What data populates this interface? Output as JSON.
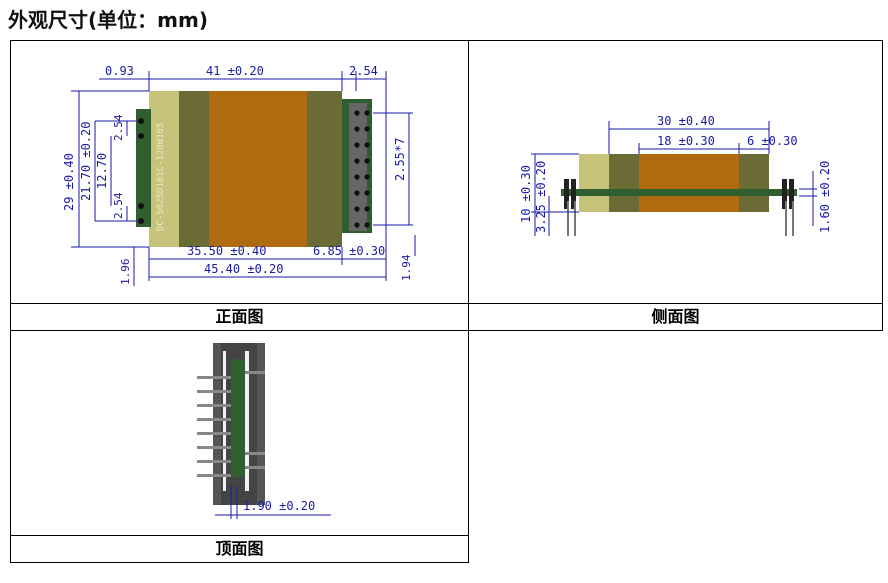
{
  "heading": "外观尺寸(单位：mm)",
  "captions": {
    "front": "正面图",
    "side": "侧面图",
    "top": "顶面图"
  },
  "front_view": {
    "marking": "DC-5025D101C-120W105",
    "dims": {
      "pin_offset": "0.93",
      "body_length": "41 ±0.20",
      "pin_row_offset": "2.54",
      "height": "29 ±0.40",
      "pin_span": "21.70 ±0.20",
      "pin_spacing_a": "12.70",
      "pin_pitch_a": "2.54",
      "pin_pitch_b": "2.54",
      "pin_pitch_right": "2.55*7",
      "bottom_offset_left": "1.96",
      "bottom_offset_right": "1.94",
      "inner_width": "35.50 ±0.40",
      "terminal_width": "6.85 ±0.30",
      "overall_length": "45.40 ±0.20"
    }
  },
  "side_view": {
    "dims": {
      "length": "30 ±0.40",
      "core_width": "18 ±0.30",
      "end_width": "6 ±0.30",
      "body_height": "10 ±0.30",
      "pin_height": "3.25 ±0.20",
      "pin_thickness": "1.60 ±0.20"
    }
  },
  "top_view": {
    "dims": {
      "pin_width": "1.90 ±0.20"
    }
  },
  "colors": {
    "dimension": "#1a1aa8",
    "copper": "#b06a10",
    "olive": "#6b6b35",
    "khaki": "#c8c37a",
    "pcb_green": "#2f5f2e",
    "body_gray": "#555555"
  }
}
